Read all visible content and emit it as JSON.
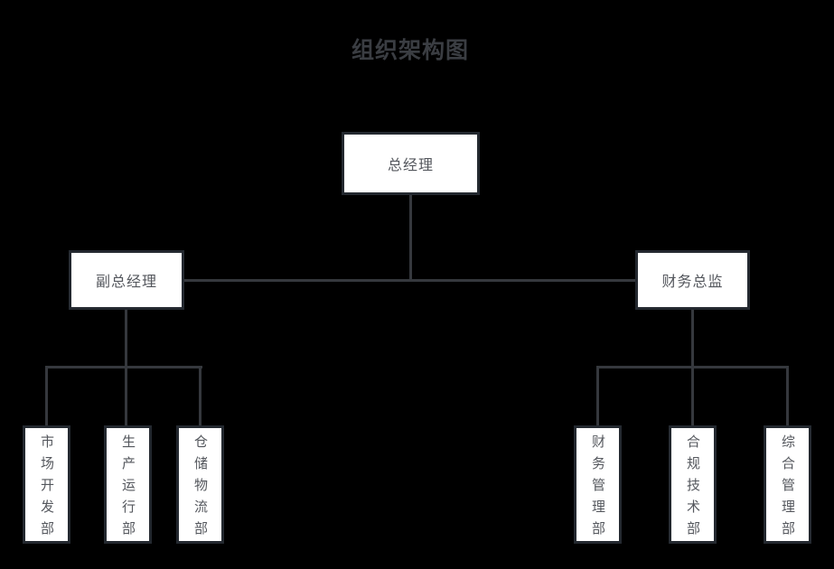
{
  "title": "组织架构图",
  "org": {
    "root": {
      "label": "总经理"
    },
    "branches": [
      {
        "label": "副总经理",
        "children": [
          {
            "label": "市场开发部"
          },
          {
            "label": "生产运行部"
          },
          {
            "label": "仓储物流部"
          }
        ]
      },
      {
        "label": "财务总监",
        "children": [
          {
            "label": "财务管理部"
          },
          {
            "label": "合规技术部"
          },
          {
            "label": "综合管理部"
          }
        ]
      }
    ]
  },
  "colors": {
    "background": "#000000",
    "node_fill": "#ffffff",
    "node_border": "#242930",
    "connector": "#35383d",
    "node_text": "#54575d",
    "title_text": "#3a3d42"
  }
}
